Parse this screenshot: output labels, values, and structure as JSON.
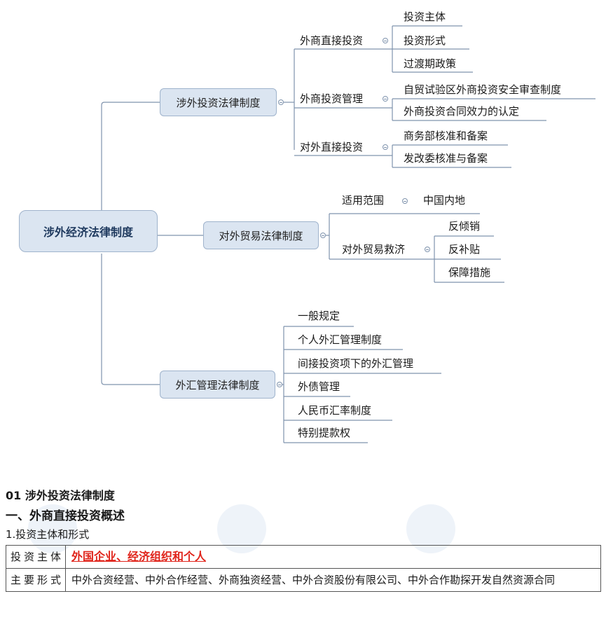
{
  "mindmap": {
    "root": "涉外经济法律制度",
    "branch1": {
      "label": "涉外投资法律制度",
      "items": [
        {
          "label": "外商直接投资",
          "subs": [
            "投资主体",
            "投资形式",
            "过渡期政策"
          ]
        },
        {
          "label": "外商投资管理",
          "subs": [
            "自贸试验区外商投资安全审查制度",
            "外商投资合同效力的认定"
          ]
        },
        {
          "label": "对外直接投资",
          "subs": [
            "商务部核准和备案",
            "发改委核准与备案"
          ]
        }
      ]
    },
    "branch2": {
      "label": "对外贸易法律制度",
      "items": [
        {
          "label": "适用范围",
          "subs": [
            "中国内地"
          ]
        },
        {
          "label": "对外贸易救济",
          "subs": [
            "反倾销",
            "反补贴",
            "保障措施"
          ]
        }
      ]
    },
    "branch3": {
      "label": "外汇管理法律制度",
      "items": [
        "一般规定",
        "个人外汇管理制度",
        "间接投资项下的外汇管理",
        "外债管理",
        "人民币汇率制度",
        "特别提款权"
      ]
    }
  },
  "doc": {
    "section_title": "01 涉外投资法律制度",
    "subsection_title": "一、外商直接投资概述",
    "item_title": "1.投资主体和形式",
    "table": {
      "row1": {
        "label": "投资主体",
        "value": "外国企业、经济组织和个人"
      },
      "row2": {
        "label": "主要形式",
        "value": "中外合资经营、中外合作经营、外商独资经营、中外合资股份有限公司、中外合作勘探开发自然资源合同"
      }
    }
  },
  "colors": {
    "node_fill": "#dbe5f1",
    "line": "#7f93ad",
    "emphasis": "#e0241b"
  }
}
